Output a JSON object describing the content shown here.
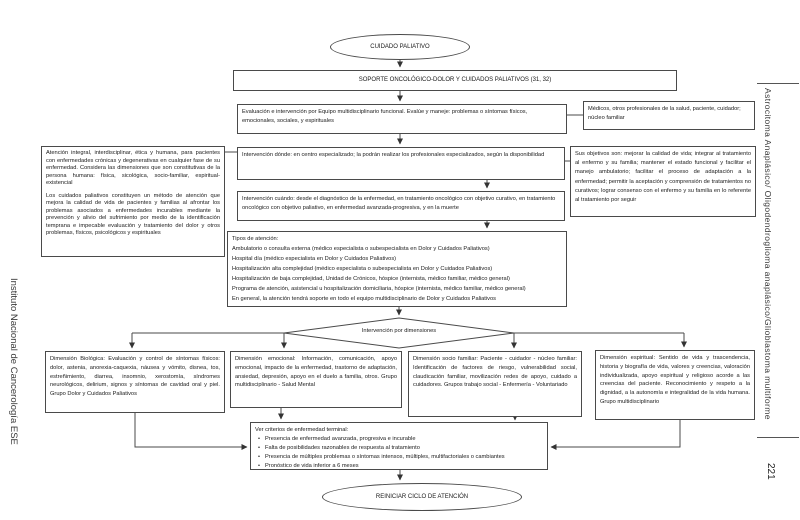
{
  "page": {
    "left_margin_text": "Instituto Nacional de Cancerología ESE",
    "right_margin_text": "Astrocitoma Anaplásico/ Oligodendroglioma anaplásico/Glioblastoma multiforme",
    "page_number": "221"
  },
  "flowchart": {
    "start": "CUIDADO PALIATIVO",
    "soporte": "SOPORTE ONCOLÓGICO-DOLOR Y CUIDADOS PALIATIVOS (31, 32)",
    "evaluacion": "Evaluación e intervención por Equipo multidisciplinario funcional. Evalúe y maneje: problemas o síntomas físicos, emocionales, sociales, y espirituales",
    "medicos": "Médicos, otros profesionales de la salud, paciente, cuidador; núcleo familiar",
    "atencion": {
      "p1": "Atención integral, interdisciplinar, ética y humana, para pacientes con enfermedades crónicas y degenerativas en cualquier fase de su enfermedad. Considera las dimensiones que son constitutivas de la persona humana: física, sicológica, socio-familiar, espiritual-existencial",
      "p2": "Los cuidados paliativos constituyen un método de atención que mejora la calidad de vida de pacientes y familias al afrontar los problemas asociados a enfermedades incurables mediante la prevención y alivio del sufrimiento por medio de la identificación temprana e impecable evaluación y tratamiento del dolor y otros problemas, físicos, psicológicos y espirituales"
    },
    "donde": "Intervención dónde: en centro especializado; la podrán realizar los profesionales especializados, según la disponibilidad",
    "objetivos": "Sus objetivos son: mejorar la calidad de vida; integrar al tratamiento al enfermo y su familia; mantener el estado funcional y facilitar el manejo ambulatorio; facilitar el proceso de adaptación a la enfermedad; permitir la aceptación y comprensión de tratamientos no curativos; lograr consenso con el enfermo y su familia en lo referente al tratamiento por seguir",
    "cuando": "Intervención cuándo: desde el diagnóstico de la enfermedad, en tratamiento oncológico con objetivo curativo, en tratamiento oncológico con objetivo paliativo, en enfermedad avanzada-progresiva, y en la muerte",
    "tipos": {
      "title": "Tipos de atención:",
      "items": [
        "Ambulatorio o consulta externa (médico especialista o subespecialista en Dolor y Cuidados Paliativos)",
        "Hospital día (médico especialista en Dolor y Cuidados Paliativos)",
        "Hospitalización alta complejidad (médico especialista o subespecialista en Dolor y Cuidados Paliativos)",
        "Hospitalización de baja complejidad, Unidad de Crónicos, hóspice (internista, médico familiar, médico general)",
        "Programa de atención, asistencial u hospitalización domiciliaria, hóspice (internista, médico familiar, médico general)",
        "En general, la atención tendrá soporte en todo el equipo multidisciplinario de Dolor y Cuidados Paliativos"
      ]
    },
    "dimensiones": "Intervención por dimensiones",
    "dim_biologica": "Dimensión Biológica: Evaluación y control de síntomas físicos: dolor, astenia, anorexia-caquexia, náusea y vómito, disnea, tos, estreñimiento, diarrea, insomnio, xerostomía, síndromes neurológicos, delirium, signos y síntomas de cavidad oral y piel. Grupo Dolor y Cuidados Paliativos",
    "dim_emocional": "Dimensión emocional: Información, comunicación, apoyo emocional, impacto de la enfermedad, trastorno de adaptación, ansiedad, depresión, apoyo en el duelo a familia, otros. Grupo multidisciplinario - Salud Mental",
    "dim_socio": "Dimensión socio familiar: Paciente - cuidador - núcleo familiar: Identificación de factores de riesgo, vulnerabilidad social, claudicación familiar, movilización redes de apoyo, cuidado a cuidadores. Grupos trabajo social - Enfermería - Voluntariado",
    "dim_espiritual": "Dimensión espiritual: Sentido de vida y trascendencia, historia y biografía de vida, valores y creencias, valoración individualizada, apoyo espiritual y religioso acorde a las creencias del paciente. Reconocimiento y respeto a la dignidad, a la autonomía e integralidad de la vida humana. Grupo multidisciplinario",
    "criterios": {
      "title": "Ver criterios de enfermedad terminal:",
      "items": [
        "Presencia de enfermedad avanzada, progresiva e incurable",
        "Falta de posibilidades razonables de respuesta al tratamiento",
        "Presencia de múltiples problemas o síntomas intensos, múltiples, multifactoriales o cambiantes",
        "Pronóstico de vida inferior a 6 meses"
      ]
    },
    "reiniciar": "REINICIAR CICLO DE ATENCIÓN"
  }
}
